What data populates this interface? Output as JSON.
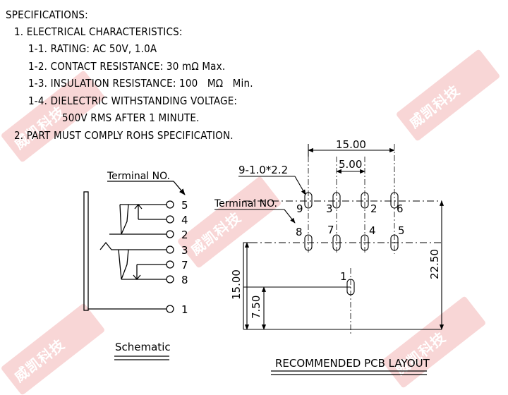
{
  "specs": {
    "title": "SPECIFICATIONS:",
    "s1": "1. ELECTRICAL CHARACTERISTICS:",
    "s1_1": "1-1. RATING: AC 50V, 1.0A",
    "s1_2": "1-2. CONTACT RESISTANCE: 30 mΩ Max.",
    "s1_3": "1-3. INSULATION RESISTANCE: 100   MΩ   Min.",
    "s1_4": "1-4. DIELECTRIC WITHSTANDING VOLTAGE:",
    "s1_4b": "500V RMS AFTER 1 MINUTE.",
    "s2": "2. PART MUST COMPLY ROHS SPECIFICATION."
  },
  "schematic": {
    "header": "Terminal NO.",
    "pins": [
      "5",
      "4",
      "2",
      "3",
      "7",
      "8",
      "1"
    ],
    "caption": "Schematic"
  },
  "pcb": {
    "dim_top": "15.00",
    "dim_pitch": "5.00",
    "hole_spec": "9-1.0*2.2",
    "terminal_label": "Terminal NO.",
    "row1": [
      "9",
      "3",
      "2",
      "6"
    ],
    "row2": [
      "8",
      "7",
      "4",
      "5"
    ],
    "pin_center": "1",
    "dim_left_outer": "15.00",
    "dim_left_inner": "7.50",
    "dim_right": "22.50",
    "caption": "RECOMMENDED PCB LAYOUT"
  },
  "watermark": {
    "text": "威凯科技"
  }
}
